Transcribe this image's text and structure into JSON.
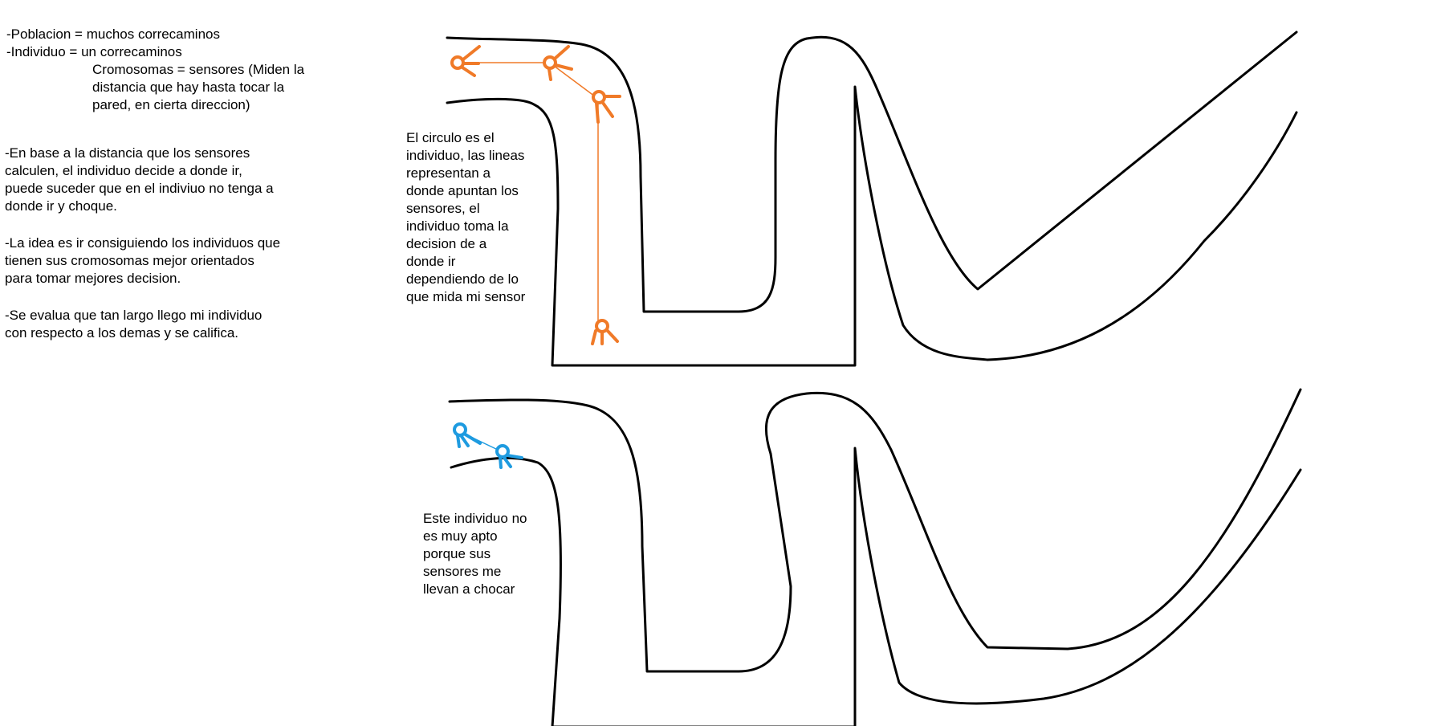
{
  "notes": {
    "line1": "-Poblacion = muchos correcaminos",
    "line2": "-Individuo = un correcaminos",
    "chromo": [
      "Cromosomas = sensores (Miden la",
      "distancia que hay hasta tocar la",
      "pared, en cierta direccion)"
    ],
    "para1": [
      "-En base a la distancia que los sensores",
      "calculen, el individuo decide a donde ir,",
      "puede suceder que en el indiviuo no tenga a",
      "donde ir y choque."
    ],
    "para2": [
      "-La idea es ir consiguiendo los individuos que",
      "tienen sus cromosomas mejor orientados",
      "para tomar mejores decision."
    ],
    "para3": [
      "-Se evalua que tan largo llego mi individuo",
      "con respecto a los demas y se califica."
    ]
  },
  "annotation_top": [
    "El circulo es el",
    "individuo, las lineas",
    "representan a",
    "donde apuntan los",
    "sensores, el",
    "individuo toma la",
    "decision de a",
    "donde ir",
    "dependiendo de lo",
    "que mida mi sensor"
  ],
  "annotation_bottom": [
    "Este individuo no",
    "es muy apto",
    "porque sus",
    "sensores me",
    "llevan a chocar"
  ],
  "colors": {
    "fit_individual": "#F07A28",
    "unfit_individual": "#1E9BE0",
    "track_wall": "#000000"
  }
}
